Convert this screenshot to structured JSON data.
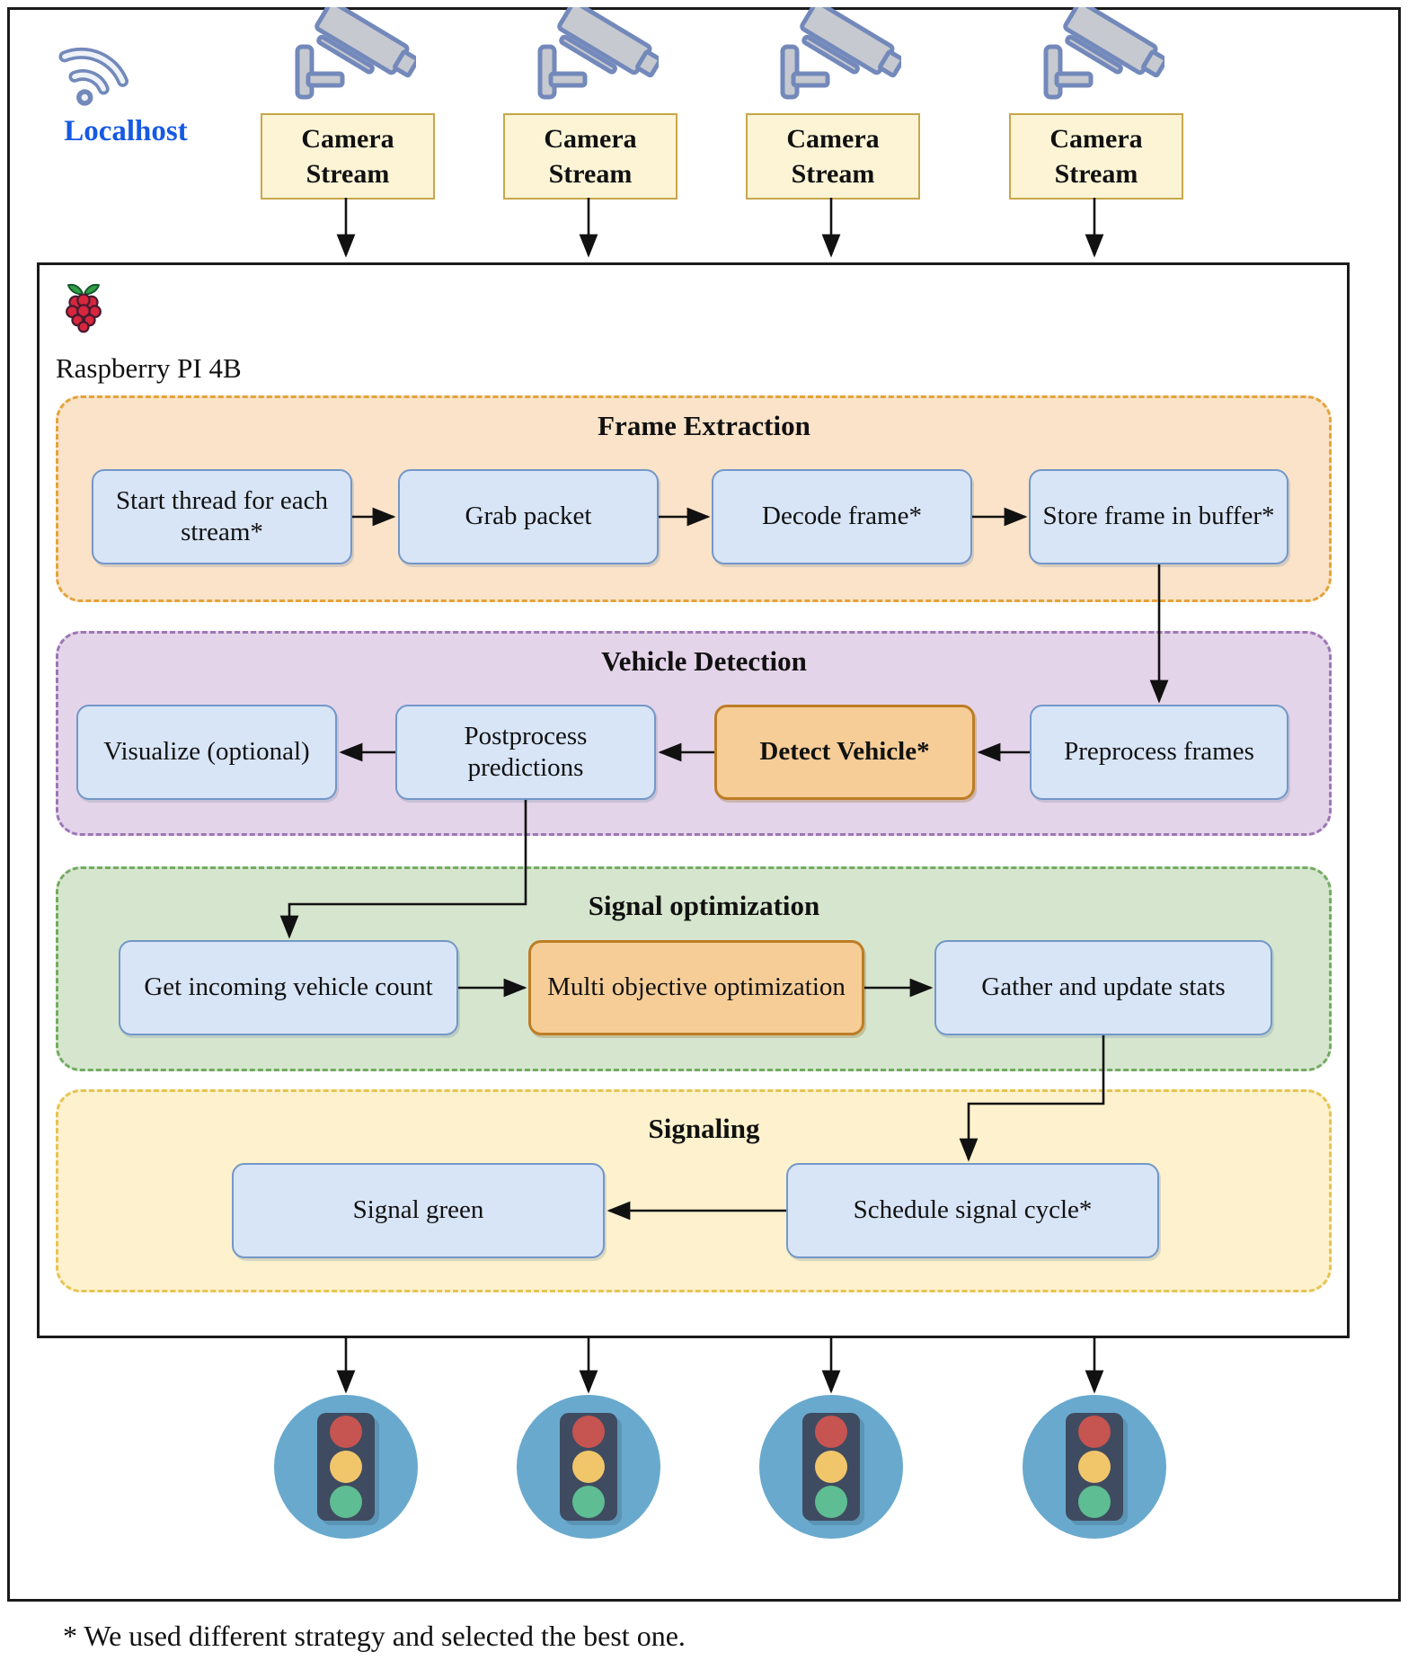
{
  "localhost": {
    "label": "Localhost"
  },
  "cameras": [
    {
      "label": "Camera Stream"
    },
    {
      "label": "Camera Stream"
    },
    {
      "label": "Camera Stream"
    },
    {
      "label": "Camera Stream"
    }
  ],
  "device": {
    "label": "Raspberry PI 4B"
  },
  "sections": [
    {
      "title": "Frame Extraction",
      "bg": "#fae3c8",
      "border": "#e3a33b",
      "boxes": [
        {
          "label": "Start thread for each stream*"
        },
        {
          "label": "Grab packet"
        },
        {
          "label": "Decode frame*"
        },
        {
          "label": "Store frame in buffer*"
        }
      ]
    },
    {
      "title": "Vehicle Detection",
      "bg": "#e4d4e9",
      "border": "#9c77b5",
      "boxes": [
        {
          "label": "Visualize (optional)"
        },
        {
          "label": "Postprocess predictions"
        },
        {
          "label": "Detect Vehicle*",
          "highlighted": true
        },
        {
          "label": "Preprocess frames"
        }
      ]
    },
    {
      "title": "Signal optimization",
      "bg": "#d6e6ce",
      "border": "#73aa62",
      "boxes": [
        {
          "label": "Get incoming vehicle count"
        },
        {
          "label": "Multi objective optimization",
          "highlighted": true
        },
        {
          "label": "Gather and update stats"
        }
      ]
    },
    {
      "title": "Signaling",
      "bg": "#fdf2cd",
      "border": "#e7c353",
      "boxes": [
        {
          "label": "Signal green"
        },
        {
          "label": "Schedule signal cycle*"
        }
      ]
    }
  ],
  "footnote": "* We used different strategy and selected the best one.",
  "colors": {
    "localhost_blue": "#1659e2",
    "node_bg": "#d8e5f7",
    "node_border": "#7397c8",
    "highlight_bg": "#f6cd97",
    "highlight_border": "#bd7d26",
    "camera_box_bg": "#fdf4d6",
    "camera_box_border": "#c7a74b",
    "traffic_circle": "#69a9ce",
    "traffic_body": "#3f4b60",
    "traffic_red": "#c65450",
    "traffic_amber": "#f1c66b",
    "traffic_green": "#5ebd92"
  }
}
